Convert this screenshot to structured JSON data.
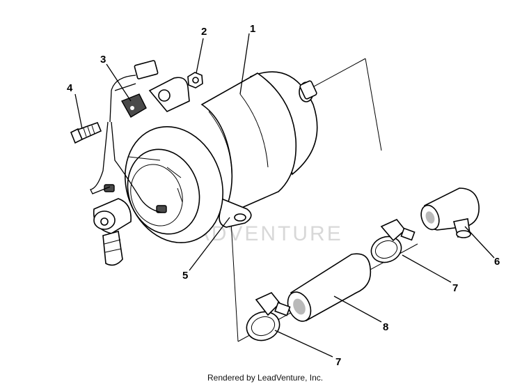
{
  "diagram": {
    "callouts": [
      {
        "id": "callout-1",
        "text": "1"
      },
      {
        "id": "callout-2",
        "text": "2"
      },
      {
        "id": "callout-3",
        "text": "3"
      },
      {
        "id": "callout-4",
        "text": "4"
      },
      {
        "id": "callout-5",
        "text": "5"
      },
      {
        "id": "callout-6",
        "text": "6"
      },
      {
        "id": "callout-7a",
        "text": "7"
      },
      {
        "id": "callout-7b",
        "text": "7"
      },
      {
        "id": "callout-8",
        "text": "8"
      }
    ],
    "watermark": "LEADVENTURE",
    "footer": "Rendered by LeadVenture, Inc."
  },
  "colors": {
    "line": "#000000",
    "background": "#ffffff",
    "watermark": "#d8d8d8"
  }
}
